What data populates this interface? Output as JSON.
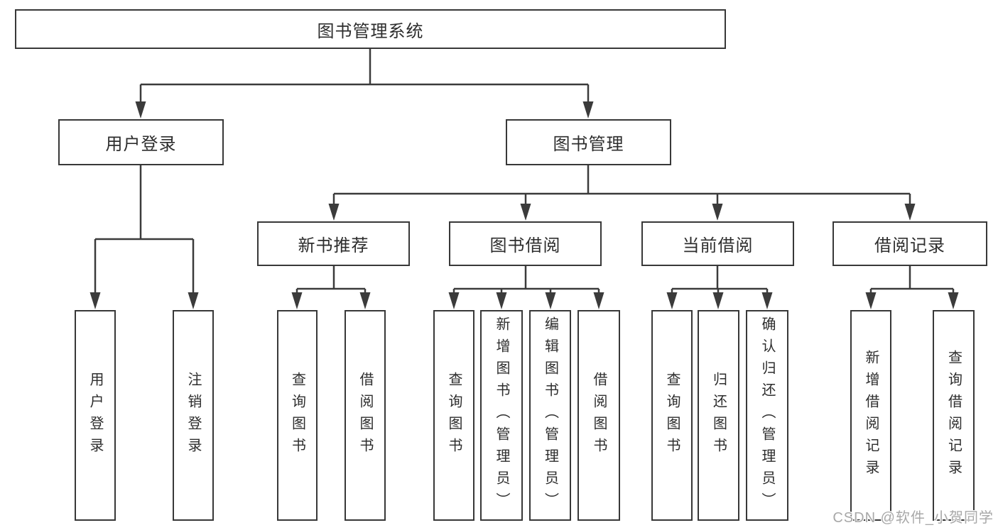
{
  "diagram": {
    "title_node": {
      "label": "图书管理系统"
    },
    "level2": [
      {
        "label": "用户登录"
      },
      {
        "label": "图书管理"
      }
    ],
    "level3": [
      {
        "label": "新书推荐"
      },
      {
        "label": "图书借阅"
      },
      {
        "label": "当前借阅"
      },
      {
        "label": "借阅记录"
      }
    ],
    "leaves": [
      {
        "label": "用户登录"
      },
      {
        "label": "注销登录"
      },
      {
        "label": "查询图书"
      },
      {
        "label": "借阅图书"
      },
      {
        "label": "查询图书"
      },
      {
        "label": "新增图书（管理员）"
      },
      {
        "label": "编辑图书（管理员）"
      },
      {
        "label": "借阅图书"
      },
      {
        "label": "查询图书"
      },
      {
        "label": "归还图书"
      },
      {
        "label": "确认归还（管理员）"
      },
      {
        "label": "新增借阅记录"
      },
      {
        "label": "查询借阅记录"
      }
    ],
    "colors": {
      "line": "#3b3b3b",
      "box_border": "#383838",
      "text": "#2d2d2d",
      "background": "#ffffff",
      "watermark_text_color": "#a8a8a8"
    }
  },
  "watermark": {
    "text": "CSDN @软件_小贺同学"
  }
}
